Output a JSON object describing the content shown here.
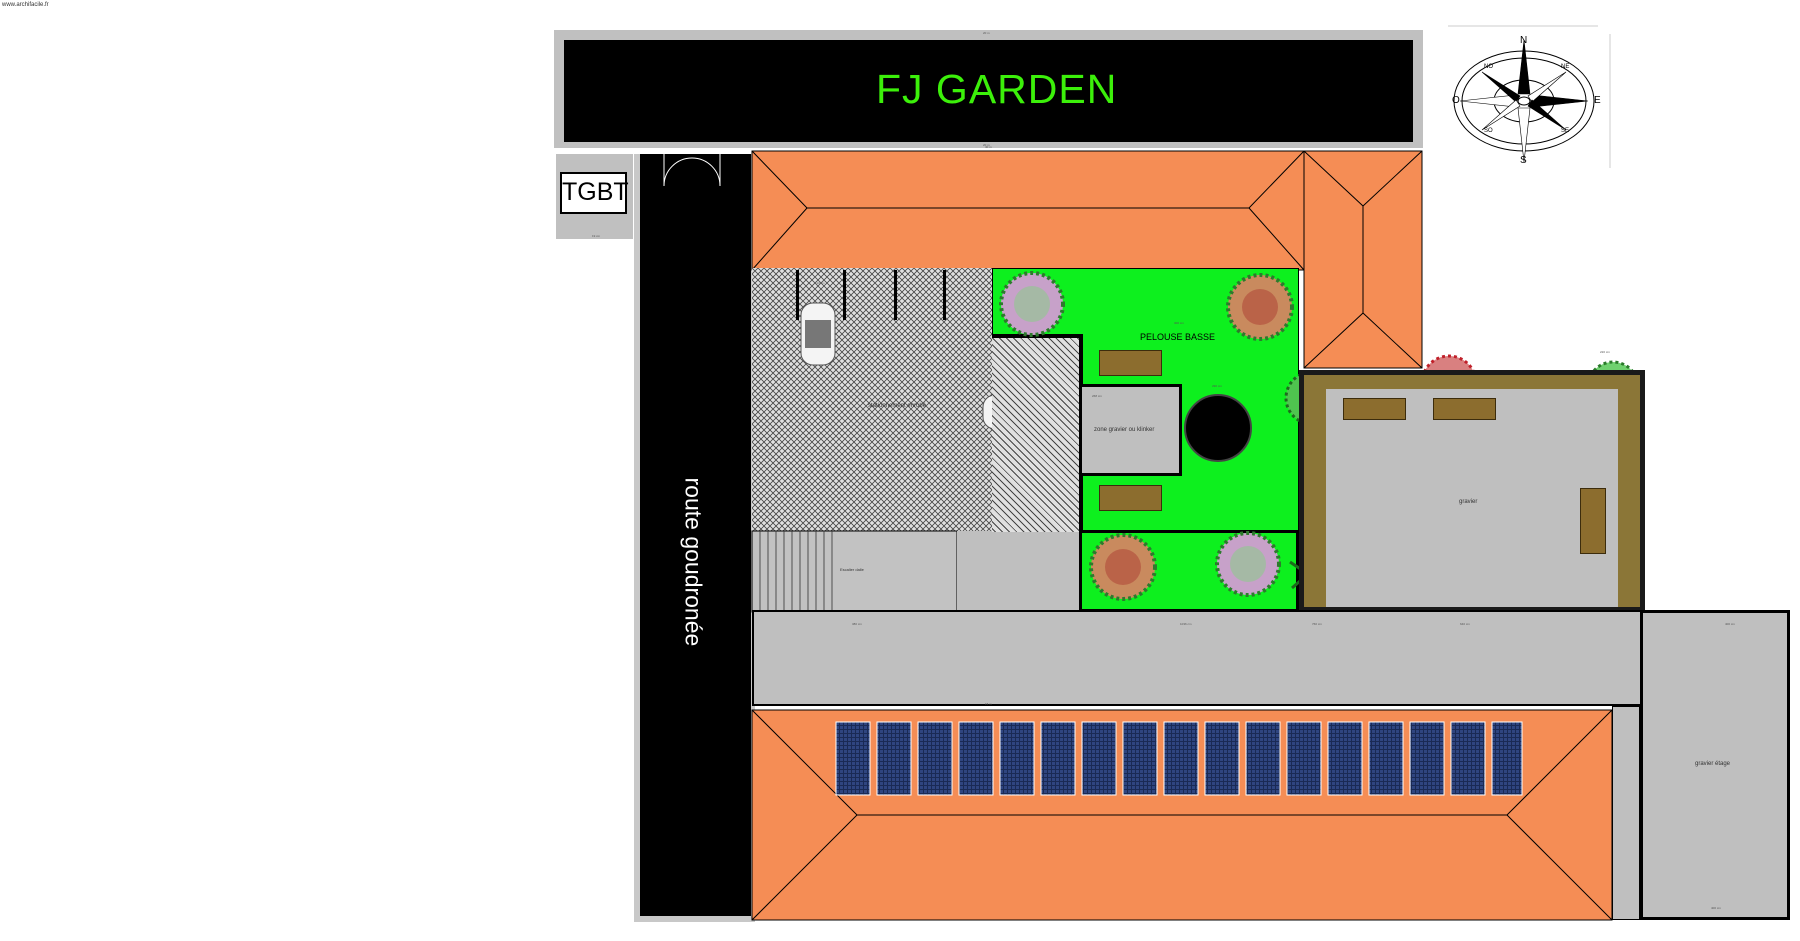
{
  "watermark": "www.archifacile.fr",
  "title": "FJ GARDEN",
  "tgbt": "TGBT",
  "road_label": "route goudronée",
  "labels": {
    "pelouse": "PELOUSE BASSE",
    "gravel_zone": "zone gravier ou klinker",
    "gravier": "gravier",
    "gravier_etage": "gravier étage",
    "parking": "stationnement enrobé",
    "escalier": "Escalier dalle"
  },
  "compass": {
    "north": "N",
    "south": "S",
    "east": "E",
    "west": "O",
    "ne": "NE",
    "no": "NO",
    "se": "SE",
    "so": "SO"
  },
  "dimensions": [
    "20 m",
    "20 m",
    "40 m",
    "110 cm",
    "19 cm",
    "15 m",
    "400 cm",
    "380 cm",
    "300 cm",
    "268 cm",
    "290 cm",
    "1036 cm",
    "640 cm",
    "760 cm",
    "400 cm",
    "220 cm"
  ],
  "colors": {
    "roof": "#f58d55",
    "lawn": "#0df01e",
    "asphalt": "#000000",
    "gravel": "#bfbfbf",
    "title_text": "#3cf00a",
    "panel": "#1a2a55"
  }
}
